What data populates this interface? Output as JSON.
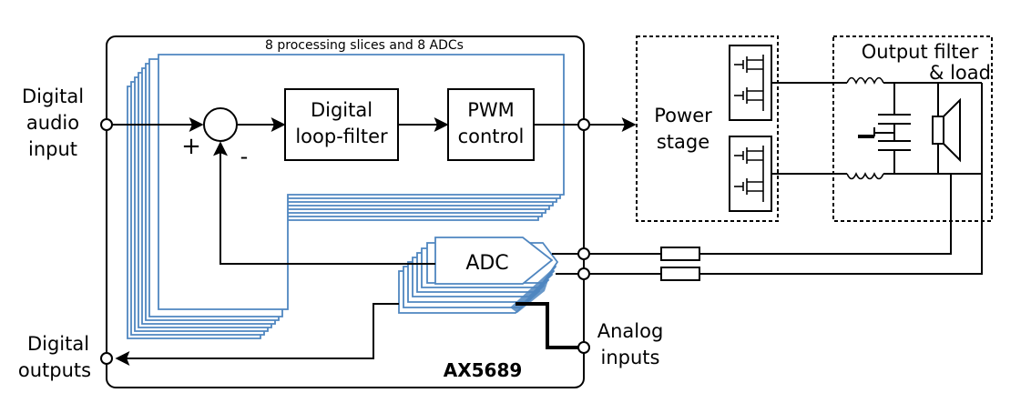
{
  "chip": {
    "name": "AX5689",
    "slices_caption": "8 processing slices and 8 ADCs"
  },
  "blocks": {
    "loop_filter": [
      "Digital",
      "loop-filter"
    ],
    "pwm_control": [
      "PWM",
      "control"
    ],
    "adc": "ADC",
    "power_stage": [
      "Power",
      "stage"
    ],
    "output_filter": [
      "Output filter",
      "& load"
    ]
  },
  "io": {
    "digital_audio_input": [
      "Digital",
      "audio",
      "input"
    ],
    "digital_outputs": [
      "Digital",
      "outputs"
    ],
    "analog_inputs": [
      "Analog",
      "inputs"
    ]
  },
  "summing": {
    "plus": "+",
    "minus": "-"
  }
}
